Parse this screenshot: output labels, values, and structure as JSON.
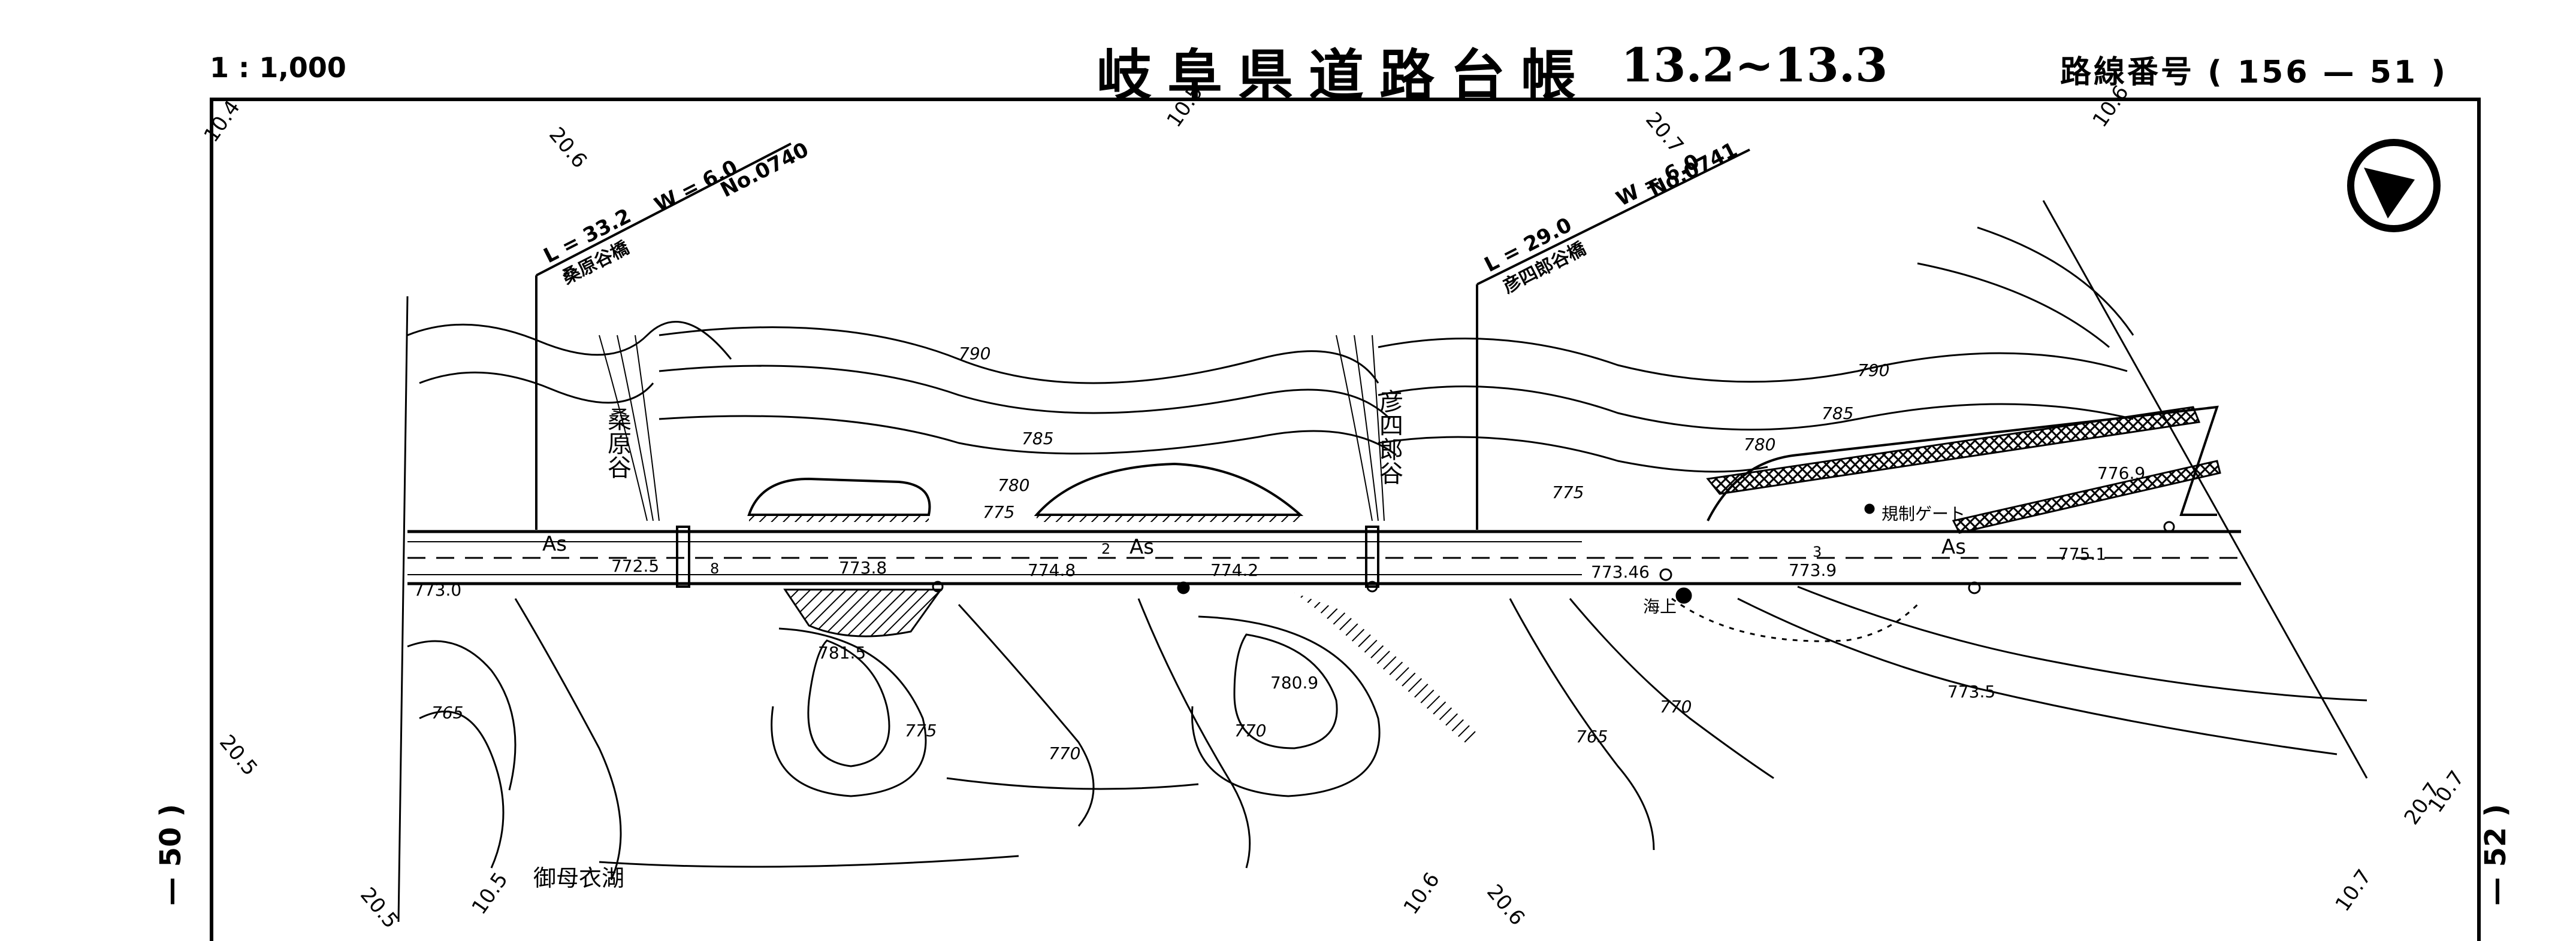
{
  "header": {
    "scale": "1 : 1,000",
    "title": "岐阜県道路台帳",
    "title_number": "13.2~13.3",
    "route_label": "路線番号",
    "route_number": "( 156  —  51 )"
  },
  "side_labels": {
    "left": "— 50 )",
    "right": "— 52 )"
  },
  "map_labels": {
    "grid_top": [
      "10.4",
      "20.6",
      "10.5",
      "20.7",
      "10.6"
    ],
    "grid_bottom": [
      "20.5",
      "10.5",
      "10.6",
      "20.6",
      "10.7"
    ],
    "grid_left": "20.5",
    "grid_right": [
      "20.7",
      "10.7"
    ],
    "bridge1": {
      "length": "L = 33.2",
      "width": "W = 6.0",
      "number": "No.0740",
      "name": "桑原谷橋"
    },
    "bridge2": {
      "length": "L = 29.0",
      "width": "W = 6.0",
      "number": "No.0741",
      "name": "彦四郎谷橋"
    },
    "valley1": "桑原谷",
    "valley2": "彦四郎谷",
    "lake": "御母衣湖",
    "gate": "規制ゲート",
    "surface": "As",
    "sea_level_marker": "海上",
    "contours": [
      "790",
      "785",
      "780",
      "775",
      "770",
      "765",
      "790",
      "785",
      "780",
      "775",
      "770",
      "765",
      "775",
      "770"
    ],
    "spot_heights": [
      "772.5",
      "773.0",
      "773.8",
      "774.8",
      "774.2",
      "773.46",
      "773.9",
      "775.1",
      "776.9",
      "781.5",
      "780.9",
      "773.5"
    ],
    "station_marks": [
      "2",
      "3",
      "8"
    ]
  }
}
